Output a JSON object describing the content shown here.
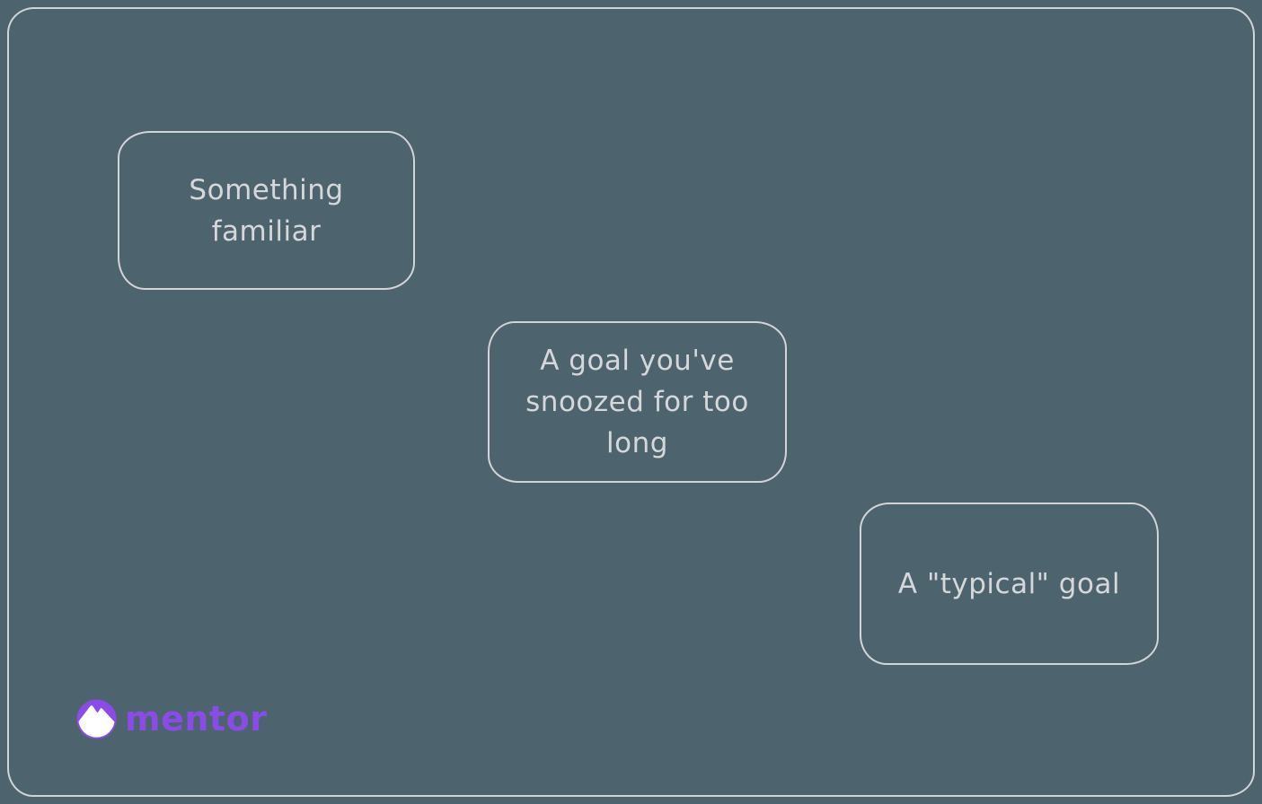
{
  "theme": {
    "background_color": "#4d636d",
    "stroke_color": "#d3d4d7",
    "text_color": "#d6d7da",
    "brand_color": "#8a4be8"
  },
  "canvas": {
    "cards": [
      {
        "id": "something-familiar",
        "lines": [
          "Something",
          "familiar"
        ],
        "text": "Something familiar"
      },
      {
        "id": "snoozed-goal",
        "lines": [
          "A goal you've",
          "snoozed for too",
          "long"
        ],
        "text": "A goal you've snoozed for too long"
      },
      {
        "id": "typical-goal",
        "lines": [
          "A \"typical\" goal"
        ],
        "text": "A \"typical\" goal"
      }
    ]
  },
  "logo": {
    "text": "mentor",
    "icon": "mountain-icon"
  }
}
